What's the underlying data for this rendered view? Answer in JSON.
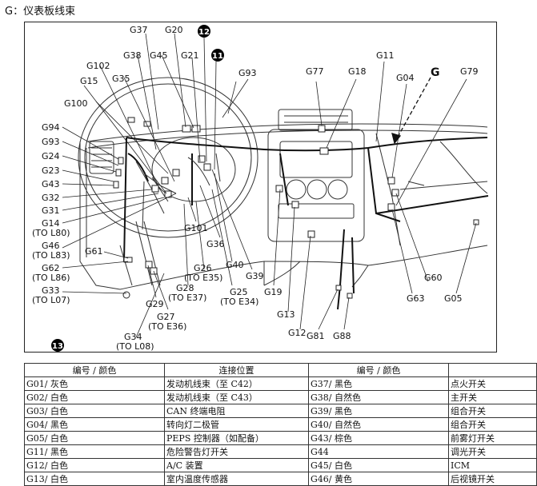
{
  "heading": "G：仪表板线束",
  "diagram": {
    "labels": [
      {
        "id": "G37",
        "text": "G37"
      },
      {
        "id": "G20",
        "text": "G20"
      },
      {
        "id": "G38",
        "text": "G38"
      },
      {
        "id": "G45",
        "text": "G45"
      },
      {
        "id": "G21",
        "text": "G21"
      },
      {
        "id": "G102",
        "text": "G102"
      },
      {
        "id": "G35",
        "text": "G35"
      },
      {
        "id": "G15",
        "text": "G15"
      },
      {
        "id": "G93a",
        "text": "G93"
      },
      {
        "id": "G100",
        "text": "G100"
      },
      {
        "id": "G94",
        "text": "G94"
      },
      {
        "id": "G93b",
        "text": "G93"
      },
      {
        "id": "G24",
        "text": "G24"
      },
      {
        "id": "G23",
        "text": "G23"
      },
      {
        "id": "G43",
        "text": "G43"
      },
      {
        "id": "G32",
        "text": "G32"
      },
      {
        "id": "G31",
        "text": "G31"
      },
      {
        "id": "G14",
        "text": "G14"
      },
      {
        "id": "G14t",
        "text": "(TO L80)"
      },
      {
        "id": "G46",
        "text": "G46"
      },
      {
        "id": "G46t",
        "text": "(TO L83)"
      },
      {
        "id": "G61",
        "text": "G61"
      },
      {
        "id": "G62",
        "text": "G62"
      },
      {
        "id": "G62t",
        "text": "(TO L86)"
      },
      {
        "id": "G33",
        "text": "G33"
      },
      {
        "id": "G33t",
        "text": "(TO L07)"
      },
      {
        "id": "G29",
        "text": "G29"
      },
      {
        "id": "G27",
        "text": "G27"
      },
      {
        "id": "G27t",
        "text": "(TO E36)"
      },
      {
        "id": "G34",
        "text": "G34"
      },
      {
        "id": "G34t",
        "text": "(TO L08)"
      },
      {
        "id": "G28",
        "text": "G28"
      },
      {
        "id": "G28t",
        "text": "(TO E37)"
      },
      {
        "id": "G26",
        "text": "G26"
      },
      {
        "id": "G26t",
        "text": "(TO E35)"
      },
      {
        "id": "G25",
        "text": "G25"
      },
      {
        "id": "G25t",
        "text": "(TO E34)"
      },
      {
        "id": "G101",
        "text": "G101"
      },
      {
        "id": "G36",
        "text": "G36"
      },
      {
        "id": "G40",
        "text": "G40"
      },
      {
        "id": "G39",
        "text": "G39"
      },
      {
        "id": "G19",
        "text": "G19"
      },
      {
        "id": "G13",
        "text": "G13"
      },
      {
        "id": "G12",
        "text": "G12"
      },
      {
        "id": "G81",
        "text": "G81"
      },
      {
        "id": "G88",
        "text": "G88"
      },
      {
        "id": "G77",
        "text": "G77"
      },
      {
        "id": "G18",
        "text": "G18"
      },
      {
        "id": "G11",
        "text": "G11"
      },
      {
        "id": "G04",
        "text": "G04"
      },
      {
        "id": "Gmain",
        "text": "G"
      },
      {
        "id": "G79",
        "text": "G79"
      },
      {
        "id": "G60",
        "text": "G60"
      },
      {
        "id": "G63",
        "text": "G63"
      },
      {
        "id": "G05",
        "text": "G05"
      }
    ],
    "badges": [
      "12",
      "11",
      "13"
    ]
  },
  "table": {
    "headers": [
      "编号 / 颜色",
      "连接位置",
      "编号 / 颜色",
      ""
    ],
    "rows": [
      [
        "G01/ 灰色",
        "发动机线束（至 C42）",
        "G37/ 黑色",
        "点火开关"
      ],
      [
        "G02/ 白色",
        "发动机线束（至 C43）",
        "G38/ 自然色",
        "主开关"
      ],
      [
        "G03/ 白色",
        "CAN 终端电阻",
        "G39/ 黑色",
        "组合开关"
      ],
      [
        "G04/ 黑色",
        "转向灯二极管",
        "G40/ 自然色",
        "组合开关"
      ],
      [
        "G05/ 白色",
        "PEPS 控制器（如配备）",
        "G43/ 棕色",
        "前雾灯开关"
      ],
      [
        "G11/ 黑色",
        "危险警告灯开关",
        "G44",
        "调光开关"
      ],
      [
        "G12/ 白色",
        "A/C 装置",
        "G45/ 白色",
        "ICM"
      ],
      [
        "G13/ 白色",
        "室内温度传感器",
        "G46/ 黄色",
        "后视镜开关"
      ]
    ]
  }
}
